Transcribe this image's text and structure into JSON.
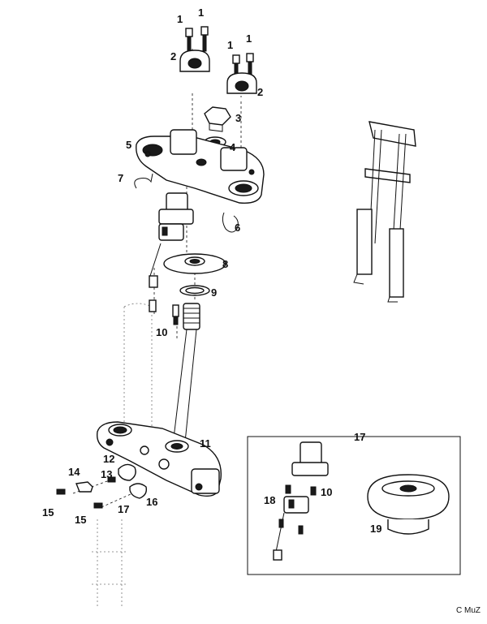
{
  "callouts": {
    "c1a": "1",
    "c1b": "1",
    "c1c": "1",
    "c1d": "1",
    "c2a": "2",
    "c2b": "2",
    "c3": "3",
    "c4": "4",
    "c5": "5",
    "c6": "6",
    "c7": "7",
    "c8": "8",
    "c9": "9",
    "c10a": "10",
    "c10b": "10",
    "c11": "11",
    "c12": "12",
    "c13": "13",
    "c14": "14",
    "c15a": "15",
    "c15b": "15",
    "c16": "16",
    "c17a": "17",
    "c17b": "17",
    "c18": "18",
    "c19": "19"
  },
  "copyright": "C MuZ",
  "colors": {
    "ink": "#111111",
    "paper": "#ffffff"
  }
}
